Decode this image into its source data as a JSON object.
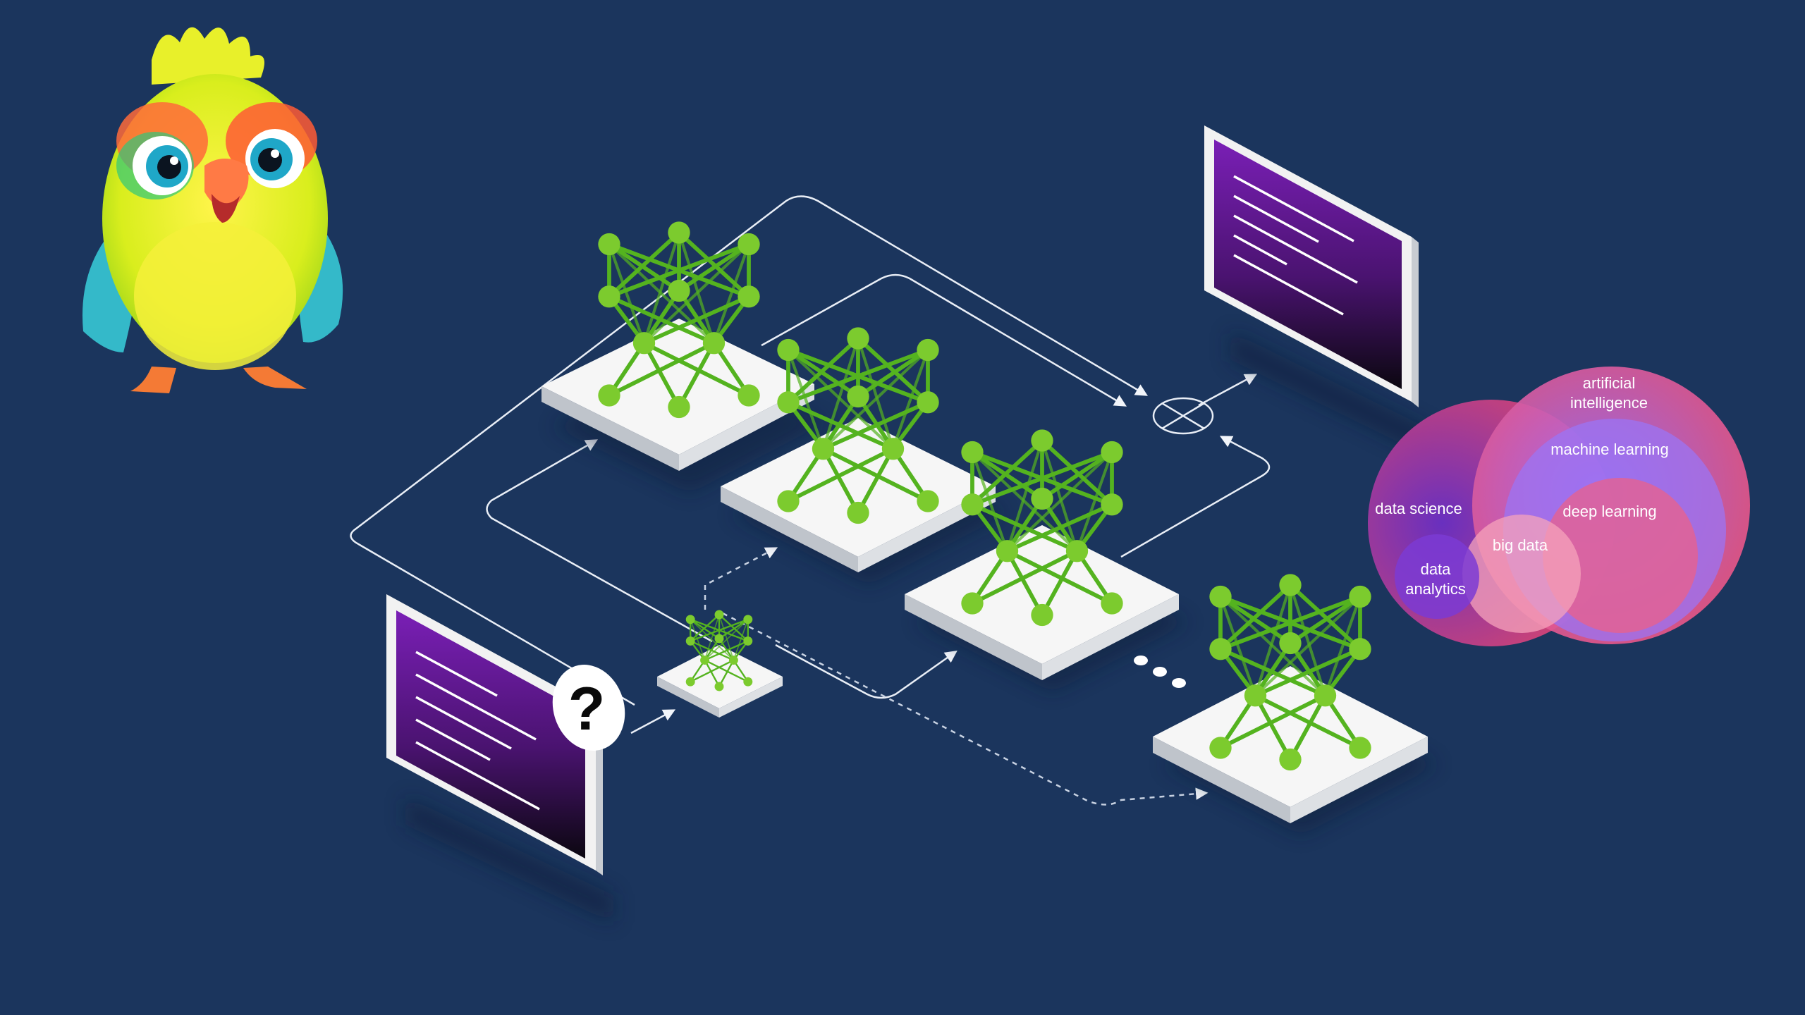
{
  "theme": {
    "background": "#1b355d",
    "node_green": "#7ccb2e",
    "edge_green": "#54b31f",
    "panel_purple": "#6a1aa0",
    "tile_white": "#f4f4f4",
    "connector": "#e9eef6"
  },
  "mascot": {
    "icon": "parrot-mascot-icon"
  },
  "input_panel": {
    "icon": "question-mark-icon",
    "badge_text": "?"
  },
  "output_panel": {
    "icon": "text-document-icon"
  },
  "diagram": {
    "type": "mixture-of-experts",
    "router": {
      "icon": "router-network-icon"
    },
    "experts_count_shown": 4,
    "ellipsis": "•••",
    "combiner": {
      "icon": "circle-times-icon"
    }
  },
  "venn": {
    "labels": {
      "artificial_intelligence": [
        "artificial",
        "intelligence"
      ],
      "machine_learning": "machine learning",
      "deep_learning": "deep learning",
      "data_science": "data science",
      "big_data": "big data",
      "data_analytics": [
        "data",
        "analytics"
      ]
    },
    "colors": {
      "ai": "#e6507a",
      "ml": "#9f6cf2",
      "dl": "#f06a86",
      "ds": "#d2456f",
      "bd": "#f5a0b6",
      "da": "#7a3dd3"
    }
  }
}
